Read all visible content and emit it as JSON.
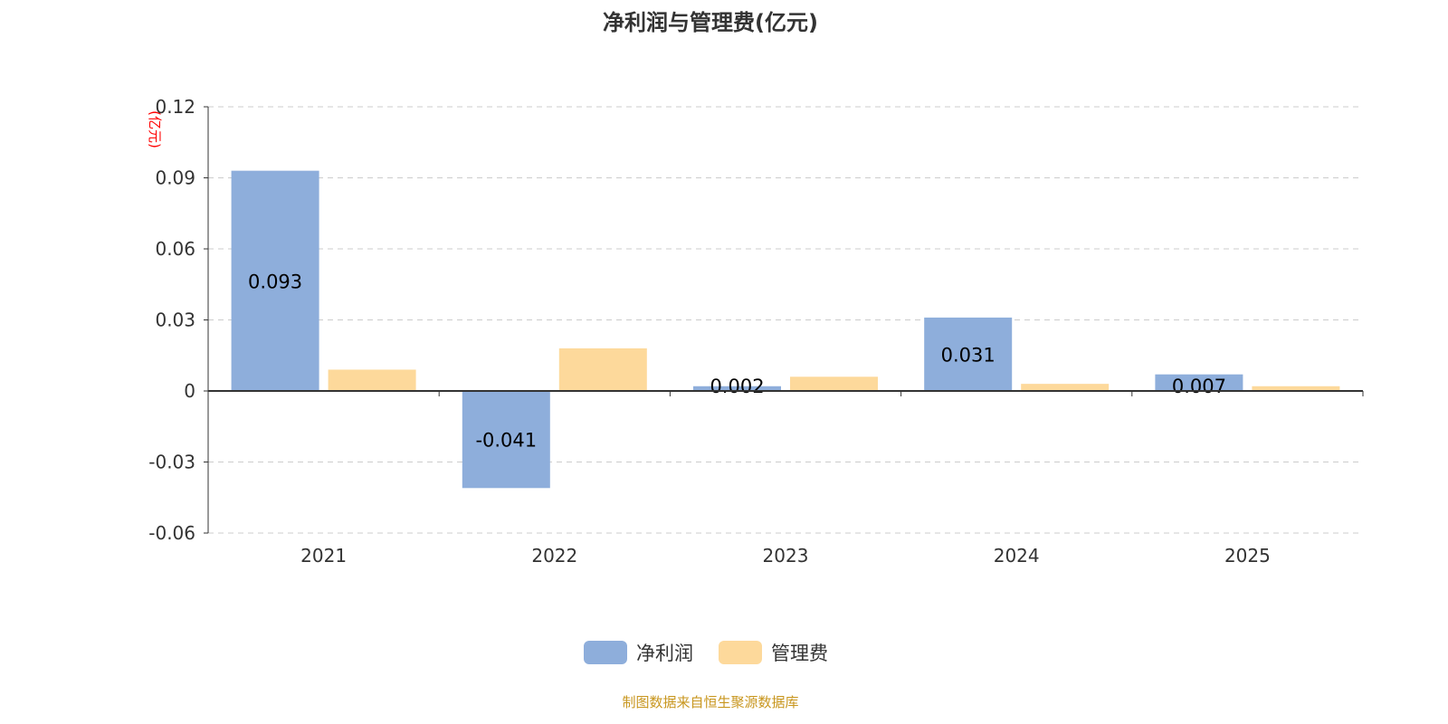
{
  "chart_data": {
    "type": "bar",
    "title": "净利润与管理费(亿元)",
    "ylabel": "(亿元)",
    "categories": [
      "2021",
      "2022",
      "2023",
      "2024",
      "2025"
    ],
    "series": [
      {
        "name": "净利润",
        "values": [
          0.093,
          -0.041,
          0.002,
          0.031,
          0.007
        ],
        "color": "#8eaedb",
        "labels": [
          "0.093",
          "-0.041",
          "0.002",
          "0.031",
          "0.007"
        ]
      },
      {
        "name": "管理费",
        "values": [
          0.009,
          0.018,
          0.006,
          0.003,
          0.002
        ],
        "color": "#fdd99b"
      }
    ],
    "ylim": [
      -0.06,
      0.12
    ],
    "yticks": [
      "-0.06",
      "-0.03",
      "0",
      "0.03",
      "0.06",
      "0.09",
      "0.12"
    ],
    "ytick_values": [
      -0.06,
      -0.03,
      0,
      0.03,
      0.06,
      0.09,
      0.12
    ],
    "grid": true,
    "legend_placement": "bottom"
  },
  "source": "制图数据来自恒生聚源数据库"
}
